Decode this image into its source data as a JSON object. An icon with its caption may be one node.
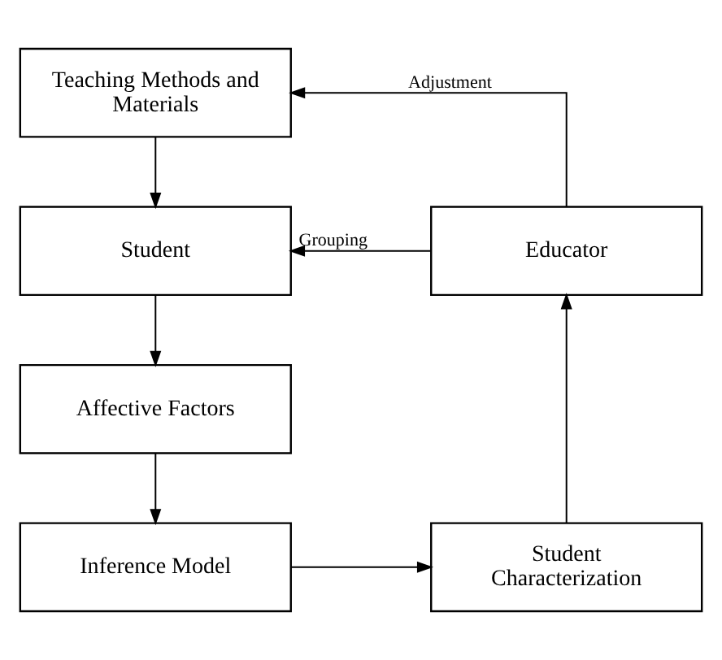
{
  "diagram": {
    "nodes": [
      {
        "text": [
          "Teaching Methods and Materials"
        ]
      },
      {
        "text": [
          "Student"
        ]
      },
      {
        "text": [
          "Educator"
        ]
      },
      {
        "text": [
          "Affective Factors"
        ]
      },
      {
        "text": [
          "Inference Model"
        ]
      },
      {
        "text": [
          "Student Characterization"
        ]
      }
    ],
    "edges": [
      {
        "from": 0,
        "to": 1,
        "arrow": "to"
      },
      {
        "from": 2,
        "to": 1,
        "arrow": "to",
        "label": "Grouping"
      },
      {
        "from": 2,
        "to": 0,
        "arrow": "to",
        "label": "Adjustment"
      },
      {
        "from": 1,
        "to": 3,
        "arrow": "to"
      },
      {
        "from": 3,
        "to": 4,
        "arrow": "to"
      },
      {
        "from": 4,
        "to": 5,
        "arrow": "to"
      },
      {
        "from": 5,
        "to": 2,
        "arrow": "to"
      }
    ]
  }
}
